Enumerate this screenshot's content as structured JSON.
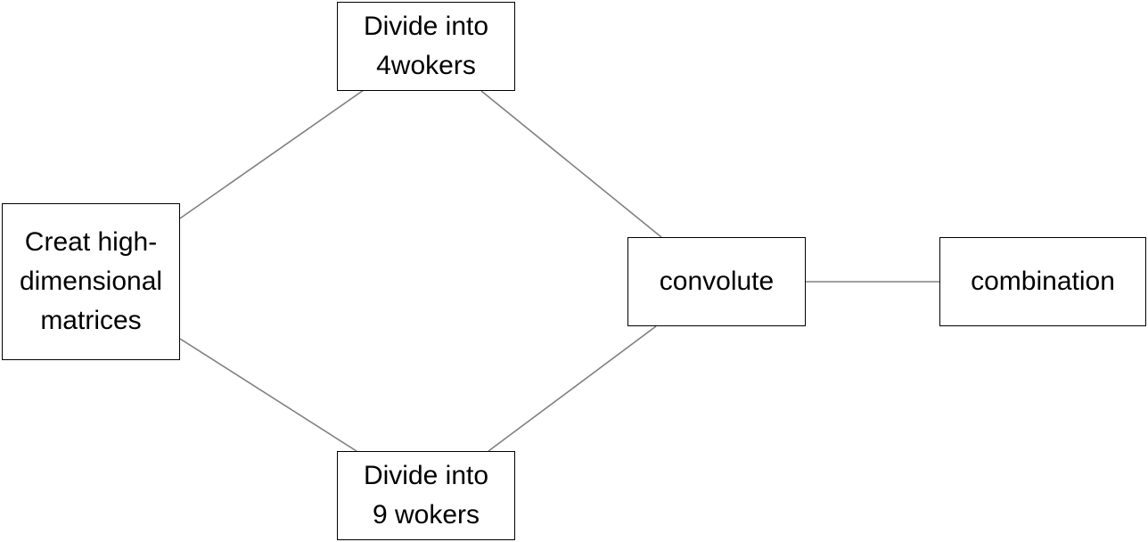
{
  "diagram": {
    "nodes": {
      "create": {
        "lines": [
          "Creat high-",
          "dimensional",
          "matrices"
        ]
      },
      "four": {
        "lines": [
          "Divide into",
          "4wokers"
        ]
      },
      "nine": {
        "lines": [
          "Divide into",
          "9 wokers"
        ]
      },
      "conv": {
        "lines": [
          "convolute"
        ]
      },
      "comb": {
        "lines": [
          "combination"
        ]
      }
    },
    "edges": [
      {
        "from": "create",
        "to": "four"
      },
      {
        "from": "create",
        "to": "nine"
      },
      {
        "from": "four",
        "to": "conv"
      },
      {
        "from": "nine",
        "to": "conv"
      },
      {
        "from": "conv",
        "to": "comb"
      }
    ],
    "colors": {
      "edge": "#808080",
      "border": "#000000",
      "text": "#000000",
      "background": "#ffffff"
    }
  }
}
